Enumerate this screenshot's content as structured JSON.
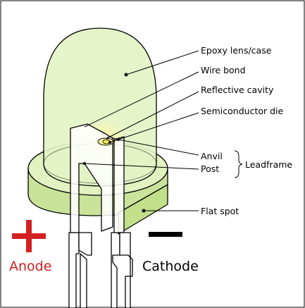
{
  "labels": {
    "epoxy": "Epoxy lens/case",
    "wire_bond": "Wire bond",
    "reflective_cavity": "Reflective cavity",
    "semiconductor_die": "Semiconductor die",
    "anvil": "Anvil",
    "post": "Post",
    "leadframe": "Leadframe",
    "flat_spot": "Flat spot"
  },
  "poles": {
    "anode_label": "Anode",
    "cathode_label": "Cathode",
    "anode_symbol": "+",
    "cathode_symbol": "−"
  },
  "colors": {
    "lens_fill": "#dcefb2",
    "lens_edge": "#c9e39a",
    "anode_red": "#d42020",
    "cathode_black": "#000000",
    "die_yellow": "#ffee55"
  }
}
